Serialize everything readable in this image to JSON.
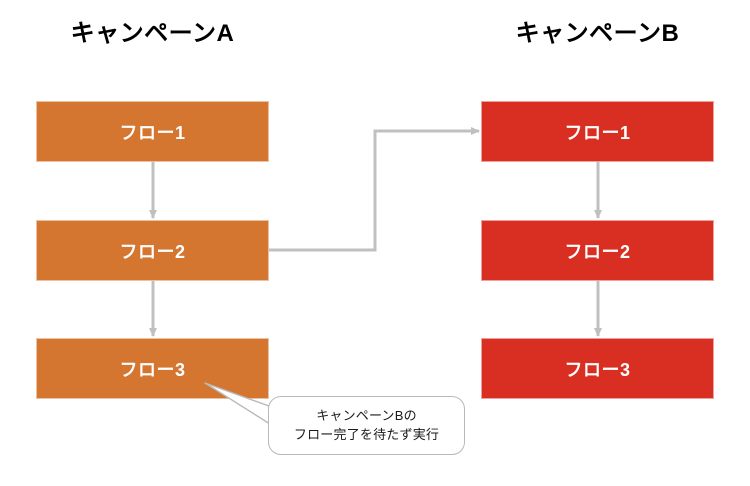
{
  "diagram": {
    "title_hidden": "",
    "background_color": "#ffffff",
    "columns": [
      {
        "id": "campaign-a",
        "title": "キャンペーンA",
        "accent_color": "#D4762F",
        "nodes": [
          {
            "label": "フロー1"
          },
          {
            "label": "フロー2"
          },
          {
            "label": "フロー3"
          }
        ]
      },
      {
        "id": "campaign-b",
        "title": "キャンペーンB",
        "accent_color": "#D92F22",
        "nodes": [
          {
            "label": "フロー1"
          },
          {
            "label": "フロー2"
          },
          {
            "label": "フロー3"
          }
        ]
      }
    ],
    "connector_color": "#c0c0c0",
    "callout": {
      "line1": "キャンペーンBの",
      "line2": "フロー完了を待たず実行",
      "border_color": "#b9b9b9",
      "text_color": "#1a1a1a"
    }
  }
}
